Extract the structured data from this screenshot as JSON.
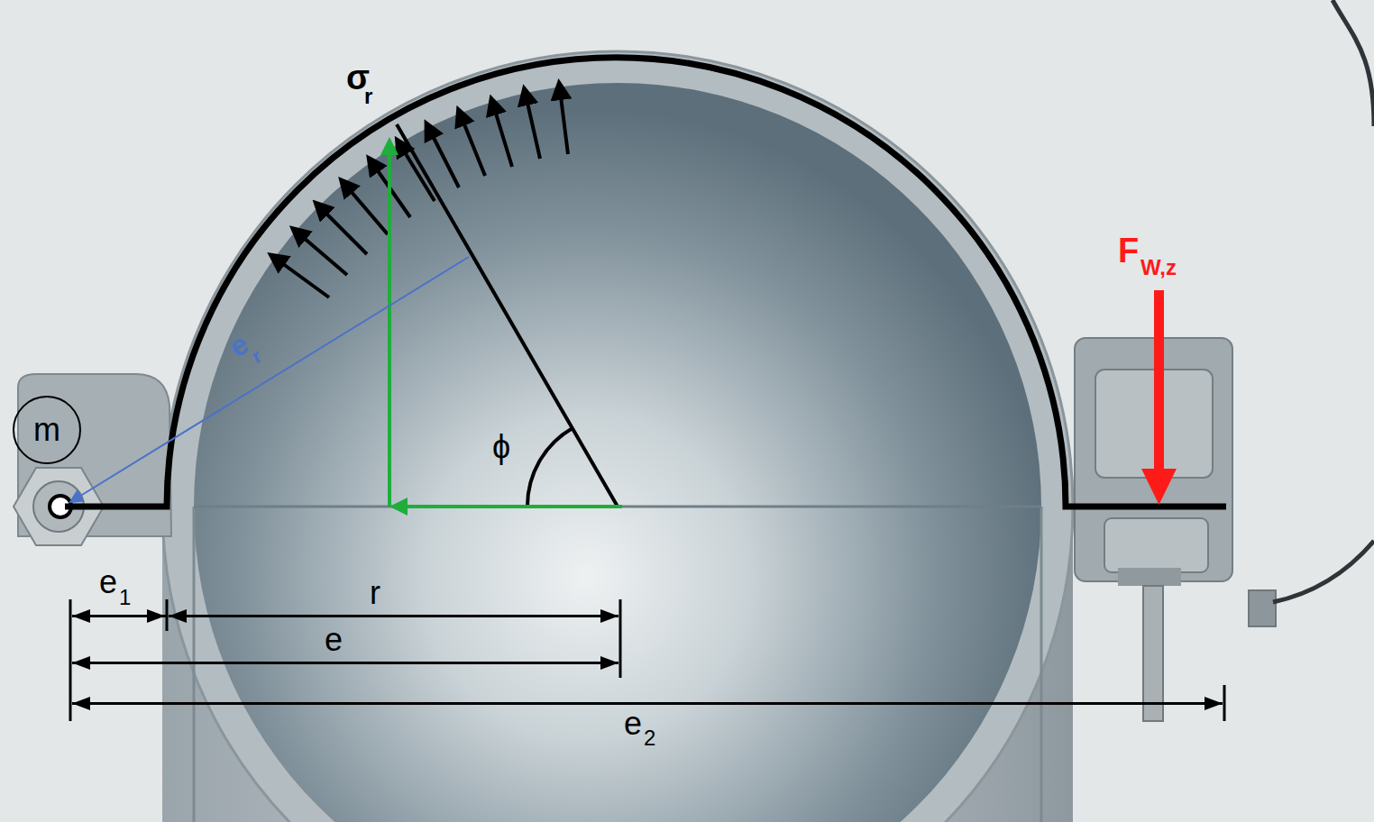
{
  "diagram": {
    "nodes": [
      {
        "text": [
          "m"
        ]
      }
    ],
    "labels": [
      "σ",
      "r",
      "F",
      "W,z",
      "e",
      "r",
      "ϕ",
      "e",
      "1",
      "r",
      "e",
      "e",
      "2"
    ]
  }
}
